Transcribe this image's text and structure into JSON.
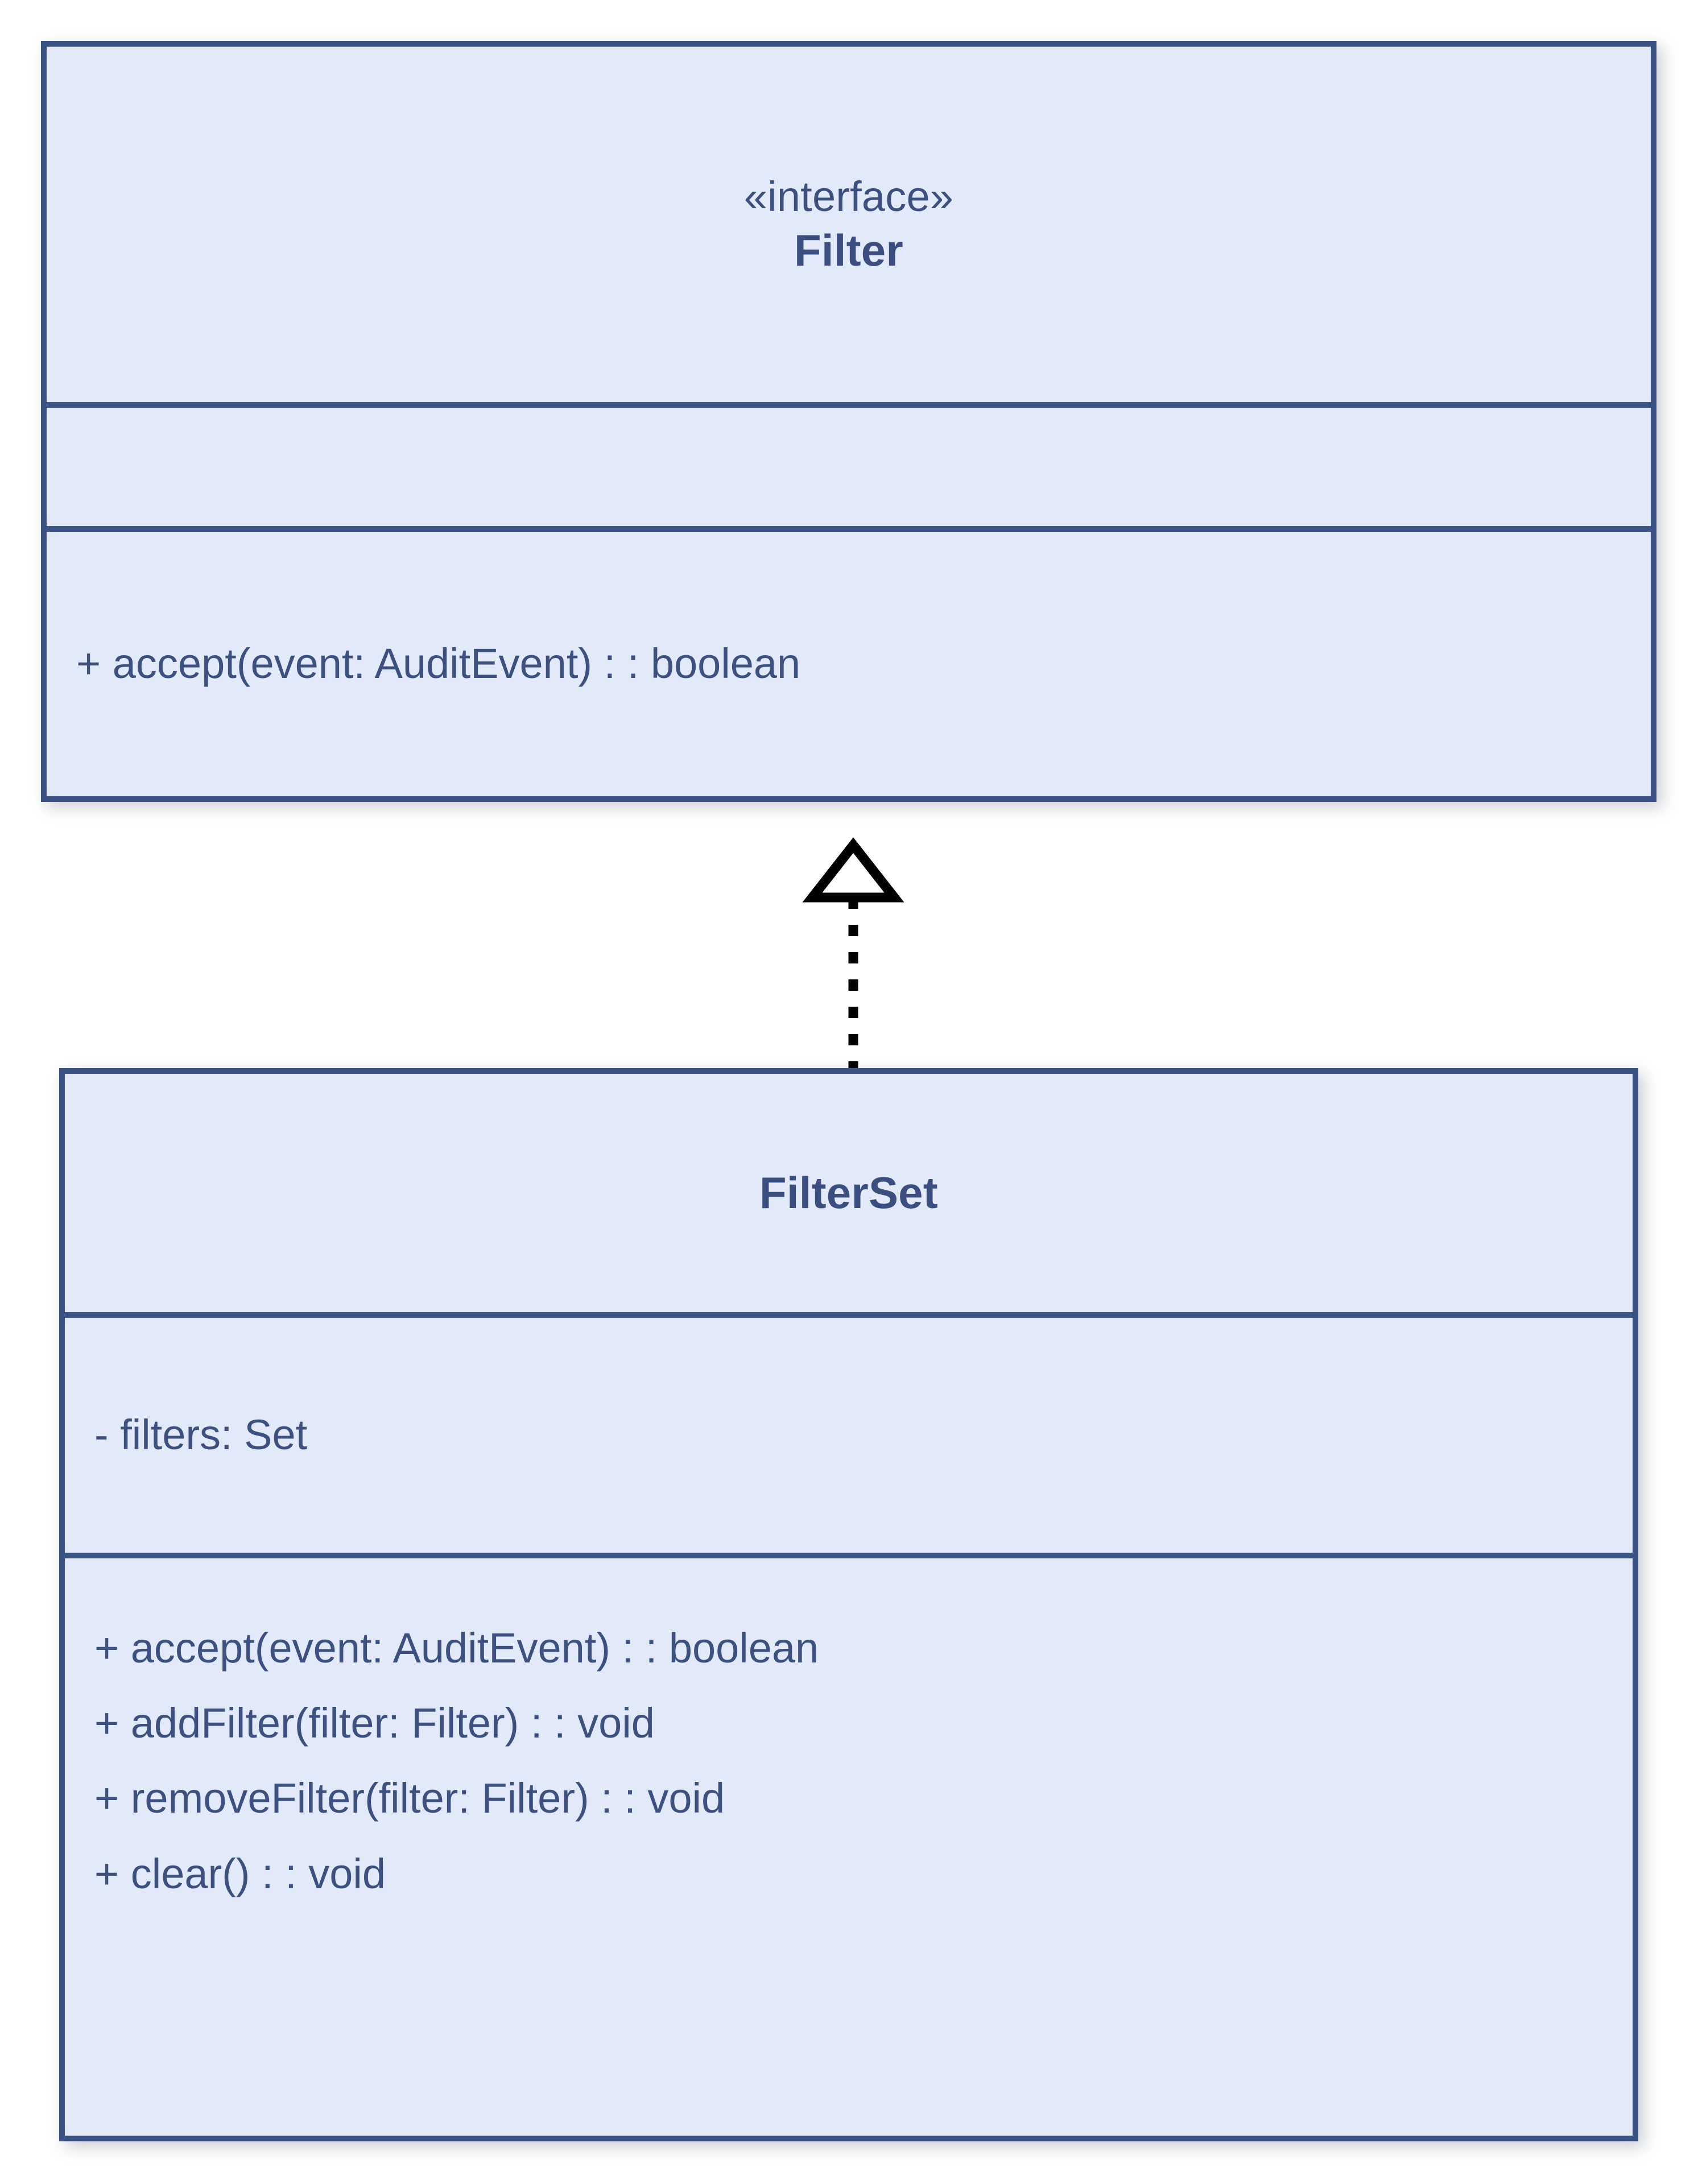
{
  "diagram": {
    "type": "uml-class-diagram",
    "background_color": "#ffffff",
    "box_fill_color": "#e2e9f9",
    "box_border_color": "#3a5284",
    "text_color": "#3c5180",
    "title_text_color": "#3a4f7f",
    "connector_color": "#000000"
  },
  "classes": {
    "filter": {
      "stereotype": "«interface»",
      "name": "Filter",
      "attributes": [],
      "methods": [
        "+ accept(event: AuditEvent) : : boolean"
      ]
    },
    "filter_set": {
      "stereotype": "",
      "name": "FilterSet",
      "attributes": [
        "- filters: Set"
      ],
      "methods": [
        "+ accept(event: AuditEvent) : : boolean",
        "+ addFilter(filter: Filter) : : void",
        "+ removeFilter(filter: Filter) : : void",
        "+ clear() : : void"
      ]
    }
  },
  "relationships": [
    {
      "kind": "realization",
      "source": "FilterSet",
      "target": "Filter",
      "line_style": "dotted",
      "arrow_head": "hollow-triangle"
    }
  ]
}
